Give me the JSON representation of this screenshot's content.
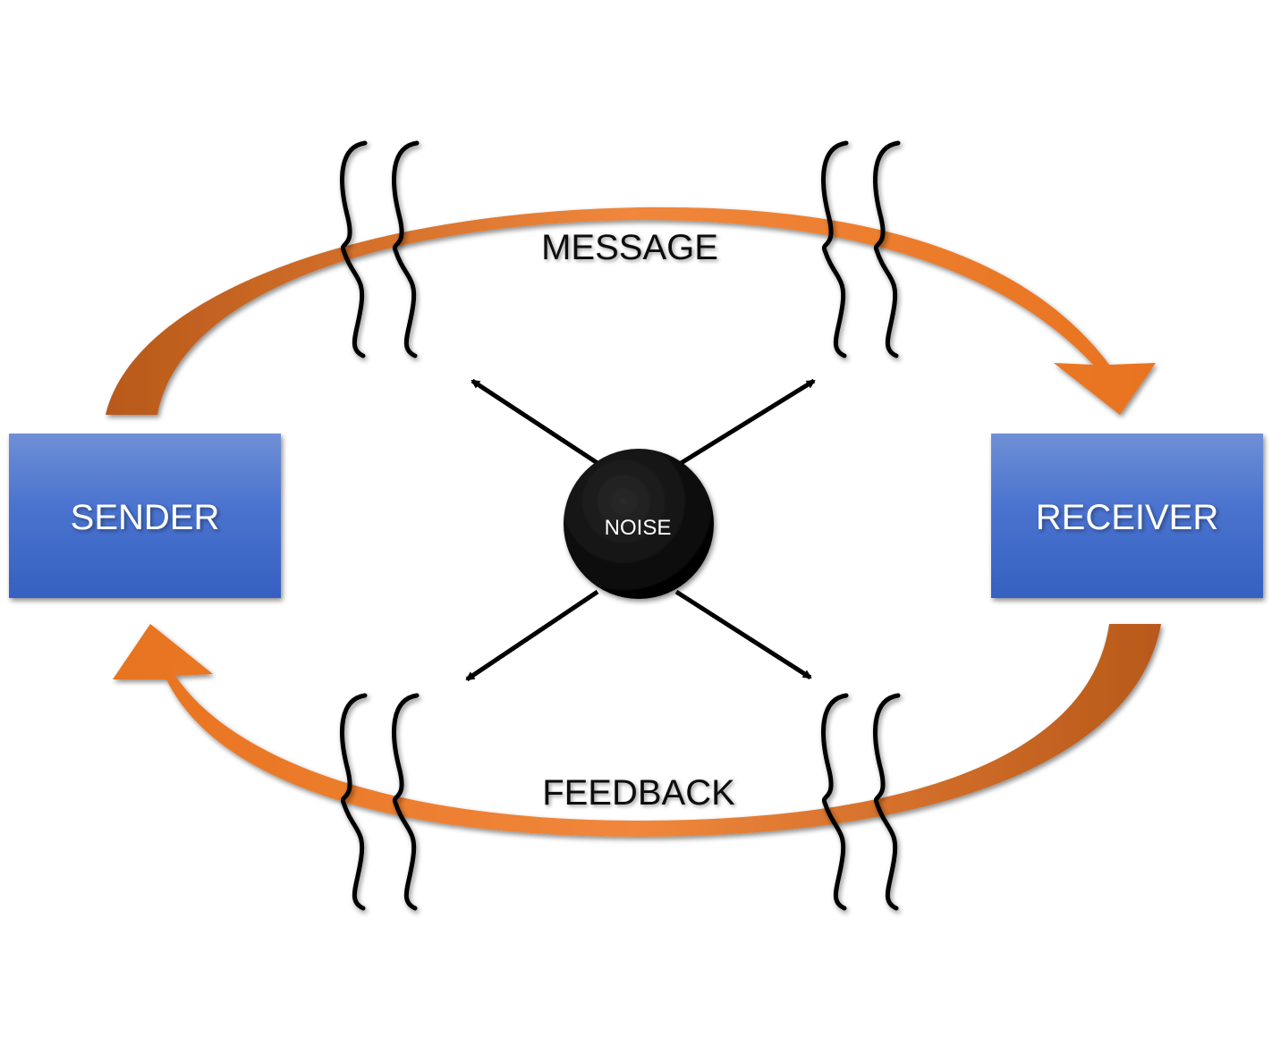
{
  "nodes": {
    "sender": {
      "label": "SENDER"
    },
    "receiver": {
      "label": "RECEIVER"
    },
    "noise": {
      "label": "NOISE"
    }
  },
  "flows": {
    "message": {
      "label": "MESSAGE"
    },
    "feedback": {
      "label": "FEEDBACK"
    }
  },
  "colors": {
    "box_top": "#6f8fd6",
    "box_bottom": "#3561c0",
    "arrow_light": "#f0873c",
    "arrow_dark": "#b8591a",
    "noise_fill": "#0d0d0d"
  }
}
